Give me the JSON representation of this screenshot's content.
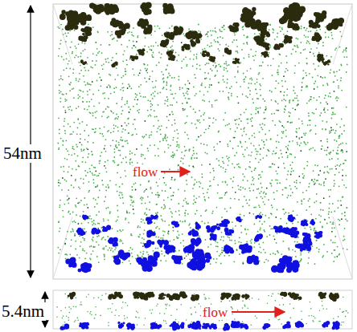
{
  "diagram": {
    "labels": [
      "54nm",
      "flow",
      "5.4nm",
      "flow"
    ]
  }
}
